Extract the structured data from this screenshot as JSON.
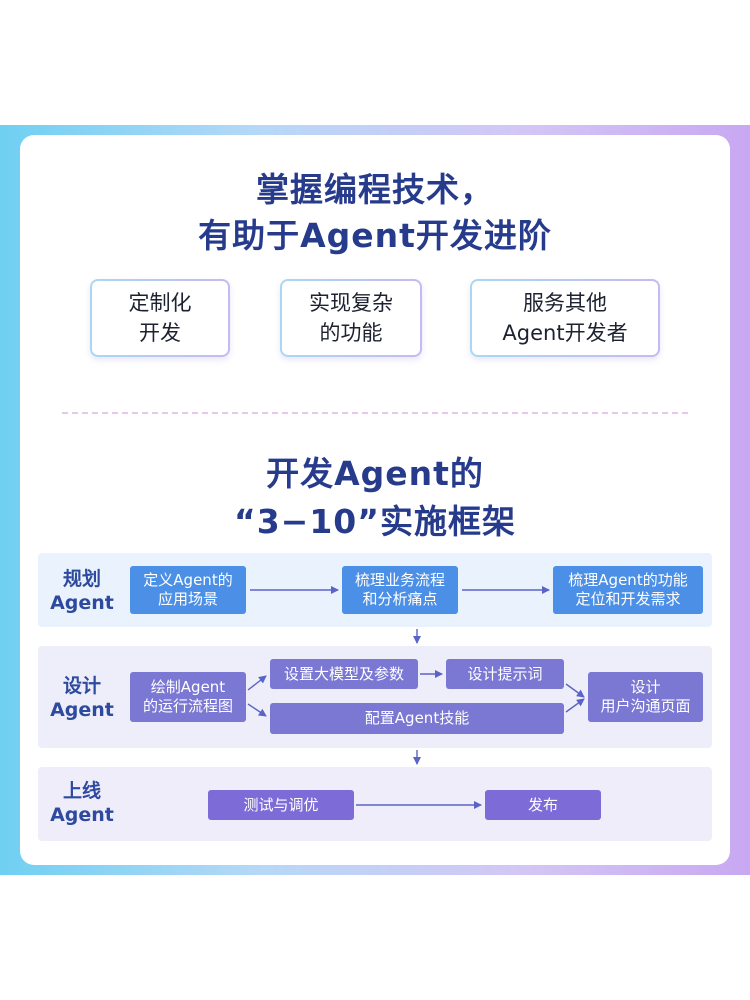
{
  "headline": {
    "line1": "掌握编程技术，",
    "line2": "有助于Agent开发进阶"
  },
  "benefits": [
    {
      "line1": "定制化",
      "line2": "开发"
    },
    {
      "line1": "实现复杂",
      "line2": "的功能"
    },
    {
      "line1": "服务其他",
      "line2": "Agent开发者"
    }
  ],
  "framework_title": {
    "line1": "开发Agent的",
    "line2": "“3−10”实施框架"
  },
  "sections": {
    "plan": {
      "label1": "规划",
      "label2": "Agent",
      "steps": [
        {
          "line1": "定义Agent的",
          "line2": "应用场景"
        },
        {
          "line1": "梳理业务流程",
          "line2": "和分析痛点"
        },
        {
          "line1": "梳理Agent的功能",
          "line2": "定位和开发需求"
        }
      ]
    },
    "design": {
      "label1": "设计",
      "label2": "Agent",
      "draw": {
        "line1": "绘制Agent",
        "line2": "的运行流程图"
      },
      "model": "设置大模型及参数",
      "prompt": "设计提示词",
      "skills": "配置Agent技能",
      "ui": {
        "line1": "设计",
        "line2": "用户沟通页面"
      }
    },
    "launch": {
      "label1": "上线",
      "label2": "Agent",
      "test": "测试与调优",
      "publish": "发布"
    }
  },
  "colors": {
    "title": "#273b8c",
    "plan_bg": "#eaf3fd",
    "design_bg": "#eeeefa",
    "launch_bg": "#f0edfb",
    "plan_node": "#4b8fe6",
    "design_node": "#7b78d4",
    "launch_node": "#7d6cd8"
  }
}
